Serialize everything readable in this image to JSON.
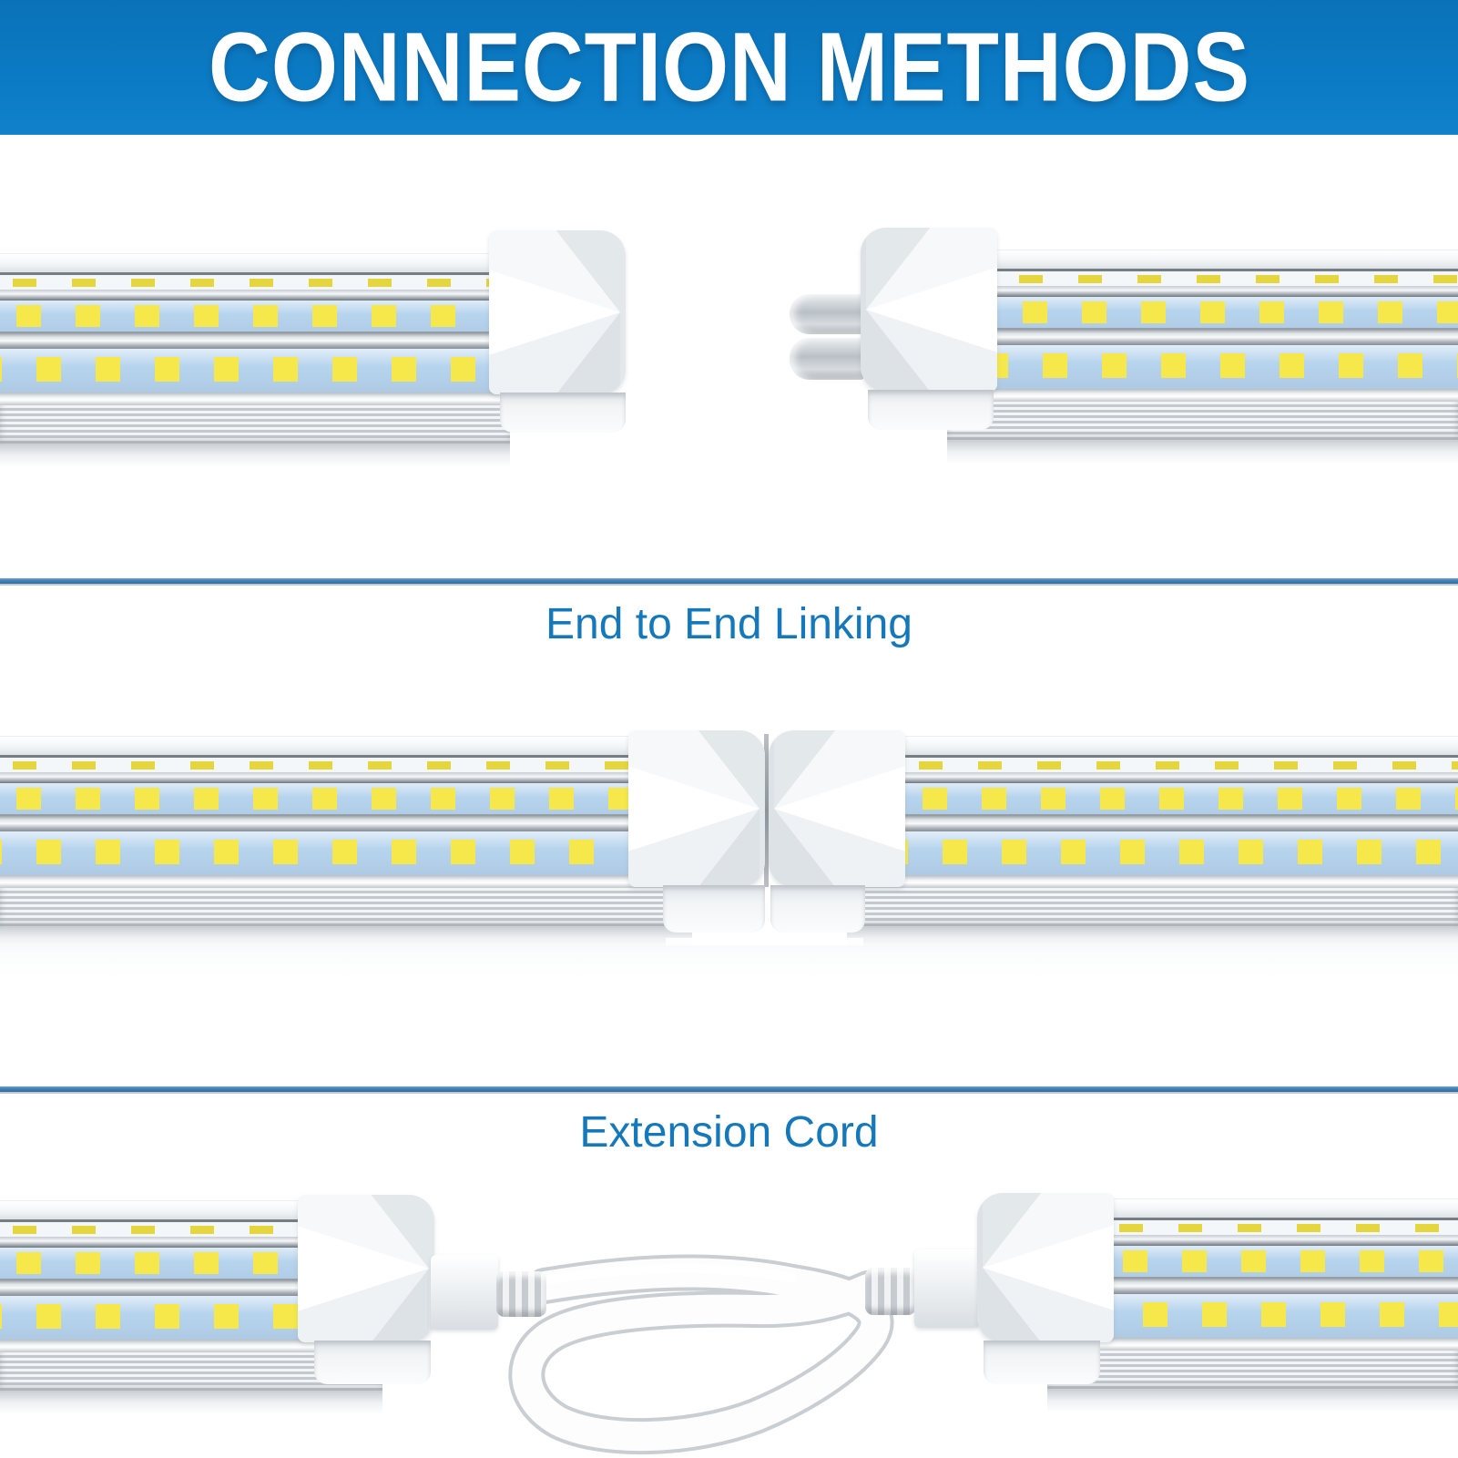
{
  "banner": {
    "title": "CONNECTION METHODS"
  },
  "sections": [
    {
      "label": "End to End Linking"
    },
    {
      "label": "Extension Cord"
    }
  ],
  "colors": {
    "banner_blue": "#0b7ac4",
    "banner_blue_dark": "#0a72b8",
    "banner_blue_light": "#1081cb",
    "divider_blue": "#3e7fba",
    "label_blue": "#1578ba",
    "led_yellow": "#f6e84a",
    "led_yellow_dim": "#e4d63c",
    "panel_blue": "#b7d4ee",
    "aluminum_gray": "#c8cdd3",
    "cap_white": "#f6f8f9",
    "cord_white": "#fdfdfd",
    "cord_edge": "#c9ced2"
  }
}
